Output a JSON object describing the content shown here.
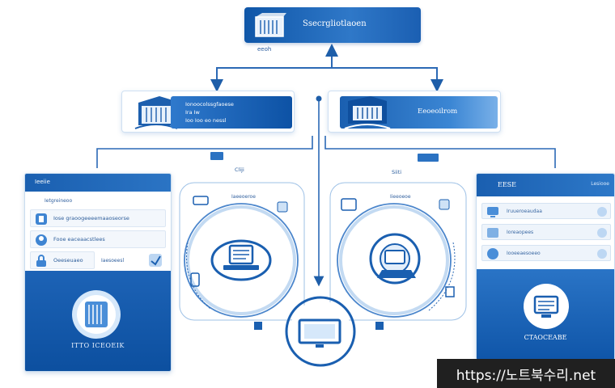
{
  "top_node": {
    "label": "Ssecrgliotlaoen",
    "caption": "eeoh"
  },
  "mid_left": {
    "line1": "Ionoocolssgfaoese",
    "line2": "Ira Iw",
    "line3": "Ioo Ioo eo nessl"
  },
  "mid_right": {
    "label": "Eeoeoilrom"
  },
  "center_tags": {
    "left": "Cliji",
    "right": "Siiti"
  },
  "left_panel": {
    "header": "Ieeiie",
    "subheader": "Ietgreineoo",
    "rows": [
      "Iose graoogeeeemaaoseorse",
      "Fooe eaceaacstlees",
      "Oeeseuaeo"
    ],
    "row_extra": "Iaesoeesl",
    "caption": "ITTO ICEOEIK"
  },
  "right_panel": {
    "header": "EESE",
    "header_right": "Lesiooe",
    "rows": [
      "Iruueroeaudaa",
      "Ioreaopees",
      "Iooeeaesoeeo"
    ],
    "caption": "CTAOCEABE"
  },
  "left_circle_labels": {
    "top": "Iaeeoeroe"
  },
  "right_circle_labels": {
    "top": "Iieeoeoe"
  },
  "watermark": "https://노트북수리.net",
  "colors": {
    "primary": "#1a5fb0",
    "dark": "#0c4f9f",
    "line": "#2b69b5"
  }
}
